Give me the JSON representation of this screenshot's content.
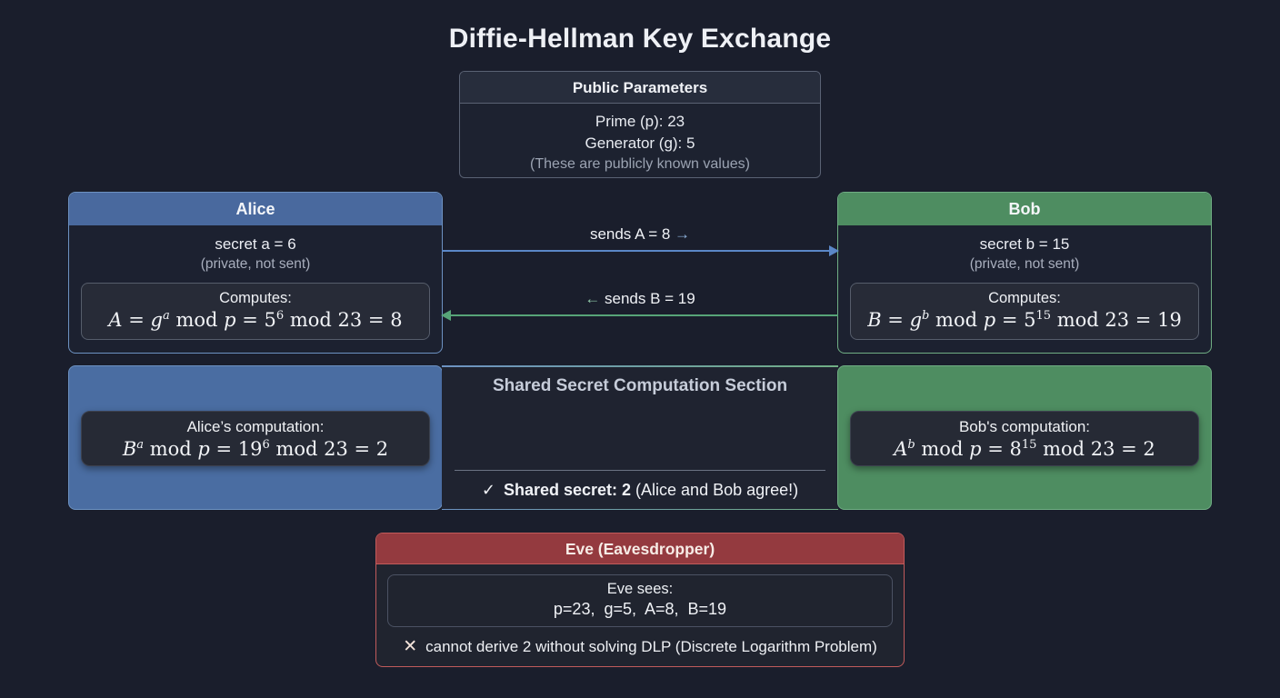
{
  "title": "Diffie-Hellman Key Exchange",
  "colors": {
    "background": "#1a1e2c",
    "alice_blue": "#49699e",
    "bob_green": "#4e8d61",
    "eve_red": "#943a3f",
    "arrow_blue": "#5b87c7",
    "arrow_green": "#57a478"
  },
  "public_parameters": {
    "header": "Public Parameters",
    "lines": [
      "Prime (p): 23",
      "Generator (g): 5"
    ],
    "note": "(These are publicly known values)"
  },
  "alice": {
    "header": "Alice",
    "secret": "secret a = 6",
    "private_note": "(private, not sent)",
    "computes_label": "Computes:",
    "formula": [
      {
        "t": "var",
        "v": "A"
      },
      {
        "t": "txt",
        "v": " = "
      },
      {
        "t": "var",
        "v": "g"
      },
      {
        "t": "supi",
        "v": "a"
      },
      {
        "t": "txt",
        "v": " mod "
      },
      {
        "t": "var",
        "v": "p"
      },
      {
        "t": "txt",
        "v": " = 5"
      },
      {
        "t": "sup",
        "v": "6"
      },
      {
        "t": "txt",
        "v": " mod 23 = 8"
      }
    ]
  },
  "bob": {
    "header": "Bob",
    "secret": "secret b = 15",
    "private_note": "(private, not sent)",
    "computes_label": "Computes:",
    "formula": [
      {
        "t": "var",
        "v": "B"
      },
      {
        "t": "txt",
        "v": " = "
      },
      {
        "t": "var",
        "v": "g"
      },
      {
        "t": "supi",
        "v": "b"
      },
      {
        "t": "txt",
        "v": " mod "
      },
      {
        "t": "var",
        "v": "p"
      },
      {
        "t": "txt",
        "v": " = 5"
      },
      {
        "t": "sup",
        "v": "15"
      },
      {
        "t": "txt",
        "v": " mod 23 = 19"
      }
    ]
  },
  "messages": {
    "to_bob": {
      "text": "sends A = 8 ",
      "arrow": "→"
    },
    "to_alice": {
      "arrow": "←",
      "text": " sends B = 19"
    }
  },
  "shared_section": {
    "title": "Shared Secret Computation Section",
    "alice_panel": {
      "label": "Alice’s computation:",
      "formula": [
        {
          "t": "var",
          "v": "B"
        },
        {
          "t": "supi",
          "v": "a"
        },
        {
          "t": "txt",
          "v": " mod "
        },
        {
          "t": "var",
          "v": "p"
        },
        {
          "t": "txt",
          "v": " = 19"
        },
        {
          "t": "sup",
          "v": "6"
        },
        {
          "t": "txt",
          "v": " mod 23 = 2"
        }
      ]
    },
    "bob_panel": {
      "label": "Bob's computation:",
      "formula": [
        {
          "t": "var",
          "v": "A"
        },
        {
          "t": "supi",
          "v": "b"
        },
        {
          "t": "txt",
          "v": " mod "
        },
        {
          "t": "var",
          "v": "p"
        },
        {
          "t": "txt",
          "v": " = 8"
        },
        {
          "t": "sup",
          "v": "15"
        },
        {
          "t": "txt",
          "v": " mod 23 = 2"
        }
      ]
    },
    "result": {
      "check": "✓",
      "bold": "Shared secret: 2",
      "rest": " (Alice and Bob agree!)"
    }
  },
  "eve": {
    "header": "Eve (Eavesdropper)",
    "sees_label": "Eve sees:",
    "sees_values": "p=23,  g=5,  A=8,  B=19",
    "cross": "✕",
    "note": "cannot derive 2 without solving DLP (Discrete Logarithm Problem)"
  }
}
